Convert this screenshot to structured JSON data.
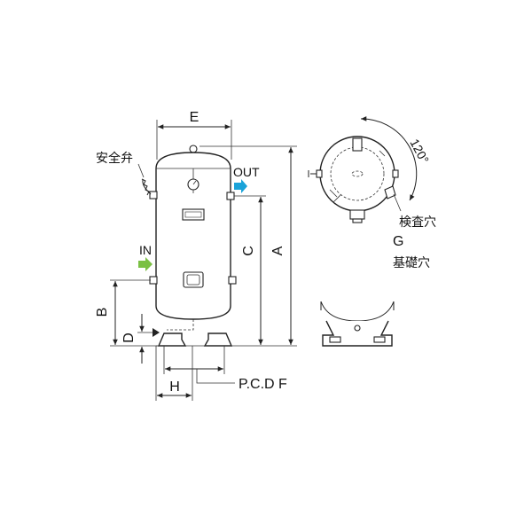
{
  "labels": {
    "E": "E",
    "safety_valve": "安全弁",
    "out": "OUT",
    "in": "IN",
    "A": "A",
    "B": "B",
    "C": "C",
    "D": "D",
    "H": "H",
    "pcd": "P.C.D F",
    "angle": "120°",
    "inspection_hole": "検査穴",
    "G": "G",
    "foundation_hole": "基礎穴"
  },
  "colors": {
    "in_arrow": "#7ac043",
    "out_arrow": "#1aa3d9",
    "line": "#222222"
  },
  "icons": {
    "in_arrow": "right-arrow-icon",
    "out_arrow": "right-arrow-icon"
  }
}
